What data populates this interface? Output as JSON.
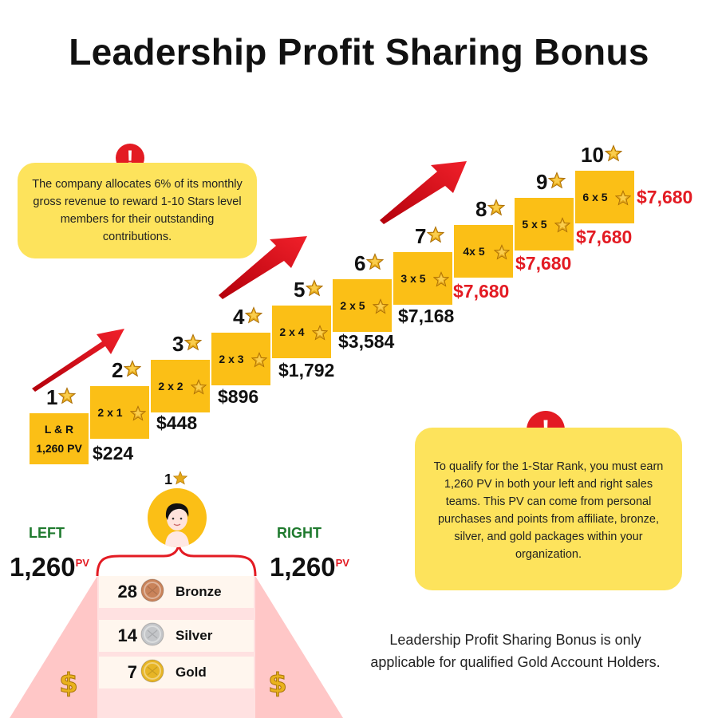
{
  "title": "Leadership Profit Sharing Bonus",
  "note_top": "The company allocates 6% of its monthly gross revenue to reward 1-10 Stars level members for their outstanding contributions.",
  "note_right": "To qualify for the 1-Star Rank, you must earn 1,260 PV in both your left and right sales teams. This PV can come from personal purchases and points from affiliate, bronze, silver, and gold packages within your organization.",
  "footer": "Leadership Profit Sharing Bonus is only applicable for qualified Gold Account Holders.",
  "levels": [
    {
      "n": "1",
      "box_line1": "L & R",
      "box_line2": "1,260 PV",
      "amount": "$224"
    },
    {
      "n": "2",
      "box": "2 x 1",
      "amount": "$448"
    },
    {
      "n": "3",
      "box": "2 x 2",
      "amount": "$896"
    },
    {
      "n": "4",
      "box": "2 x 3",
      "amount": "$1,792"
    },
    {
      "n": "5",
      "box": "2 x 4",
      "amount": "$3,584"
    },
    {
      "n": "6",
      "box": "2 x 5",
      "amount": "$7,168"
    },
    {
      "n": "7",
      "box": "3 x 5",
      "amount": "$7,680"
    },
    {
      "n": "8",
      "box": "4x 5",
      "amount": "$7,680"
    },
    {
      "n": "9",
      "box": "5 x 5",
      "amount": "$7,680"
    },
    {
      "n": "10",
      "box": "6 x 5",
      "amount": "$7,680"
    }
  ],
  "tree": {
    "top_level": "1",
    "left_label": "LEFT",
    "right_label": "RIGHT",
    "left_pv": "1,260",
    "right_pv": "1,260",
    "pv_unit": "PV",
    "packages": [
      {
        "count": "28",
        "name": "Bronze",
        "color": "#c9835a"
      },
      {
        "count": "14",
        "name": "Silver",
        "color": "#c4c6c9"
      },
      {
        "count": "7",
        "name": "Gold",
        "color": "#e7b526"
      }
    ]
  },
  "colors": {
    "accent": "#fbbf16",
    "note": "#fde35c",
    "alert": "#e31b23",
    "green": "#1f7a2e"
  }
}
